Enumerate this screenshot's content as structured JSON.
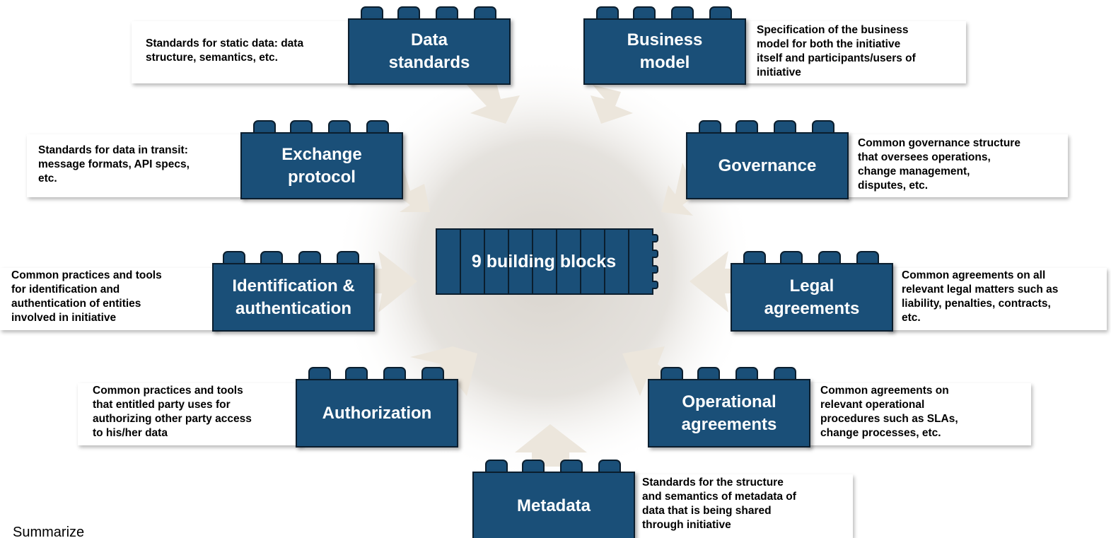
{
  "center_label": "9 building blocks",
  "colors": {
    "block_fill": "#1a4f78",
    "block_border": "#0b1e2e",
    "arrow_fill": "#ece6dc",
    "glow": "#d7d2cb"
  },
  "blocks": {
    "data_standards": {
      "label": "Data\nstandards",
      "description": "Standards for static data: data\nstructure, semantics, etc."
    },
    "business_model": {
      "label": "Business\nmodel",
      "description": "Specification of the business\nmodel for both the initiative\nitself and participants/users of\ninitiative"
    },
    "exchange_protocol": {
      "label": "Exchange\nprotocol",
      "description": "Standards for data in transit:\nmessage formats, API specs,\netc."
    },
    "governance": {
      "label": "Governance",
      "description": "Common governance structure\nthat oversees operations,\nchange management,\ndisputes, etc."
    },
    "identification": {
      "label": "Identification &\nauthentication",
      "description": "Common practices and tools\nfor identification and\nauthentication of entities\ninvolved in initiative"
    },
    "legal_agreements": {
      "label": "Legal\nagreements",
      "description": "Common agreements on all\nrelevant legal matters such as\nliability, penalties, contracts,\netc."
    },
    "authorization": {
      "label": "Authorization",
      "description": "Common practices and tools\nthat entitled party uses for\nauthorizing other party access\nto his/her data"
    },
    "operational_agreements": {
      "label": "Operational\nagreements",
      "description": "Common agreements on\nrelevant operational\nprocedures such as SLAs,\nchange processes, etc."
    },
    "metadata": {
      "label": "Metadata",
      "description": "Standards for the structure\nand semantics of metadata of\ndata that is being shared\nthrough initiative"
    }
  },
  "corner_text": "Summarize"
}
